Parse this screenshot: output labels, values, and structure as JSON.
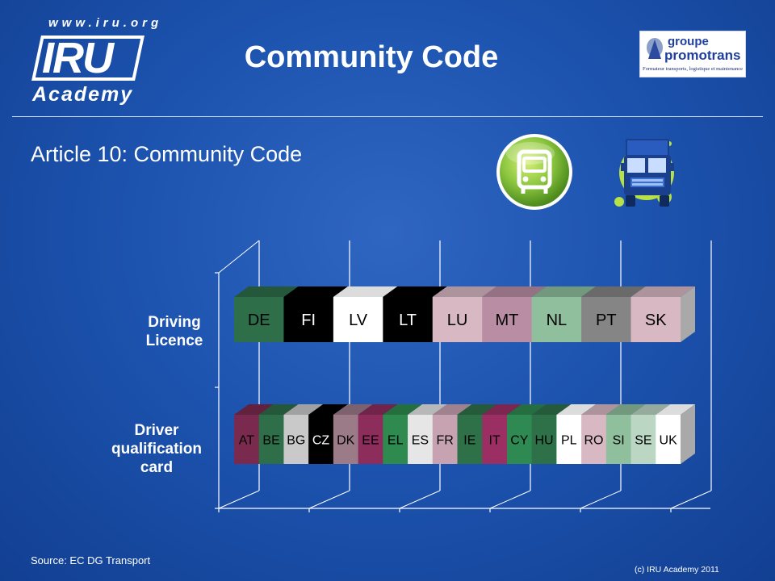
{
  "logo": {
    "url": "www.iru.org",
    "brand": "IRU",
    "sub": "Academy"
  },
  "title": "Community Code",
  "partner": {
    "line1": "groupe",
    "line2": "promotrans",
    "tagline": "Formateur transports, logistique et maintenance"
  },
  "subtitle": "Article 10: Community Code",
  "icons": {
    "bus": "bus-icon",
    "truck": "truck-icon"
  },
  "chart_data": {
    "type": "bar",
    "categories": [
      "Driving Licence",
      "Driver qualification card"
    ],
    "rows": [
      {
        "label_lines": [
          "Driving",
          "Licence"
        ],
        "segments": [
          {
            "code": "DE",
            "color": "#2e6e48"
          },
          {
            "code": "FI",
            "color": "#000000"
          },
          {
            "code": "LV",
            "color": "#ffffff"
          },
          {
            "code": "LT",
            "color": "#000000"
          },
          {
            "code": "LU",
            "color": "#d8b9c3"
          },
          {
            "code": "MT",
            "color": "#b98ea4"
          },
          {
            "code": "NL",
            "color": "#8fbf9c"
          },
          {
            "code": "PT",
            "color": "#858585"
          },
          {
            "code": "SK",
            "color": "#d8b9c3"
          }
        ]
      },
      {
        "label_lines": [
          "Driver",
          "qualification",
          "card"
        ],
        "segments": [
          {
            "code": "AT",
            "color": "#7a2a4e"
          },
          {
            "code": "BE",
            "color": "#2e6e48"
          },
          {
            "code": "BG",
            "color": "#c9c9c9"
          },
          {
            "code": "CZ",
            "color": "#000000"
          },
          {
            "code": "DK",
            "color": "#9c7b88"
          },
          {
            "code": "EE",
            "color": "#8c2d5c"
          },
          {
            "code": "EL",
            "color": "#2e8a4e"
          },
          {
            "code": "ES",
            "color": "#e6e6e6"
          },
          {
            "code": "FR",
            "color": "#c7a3b1"
          },
          {
            "code": "IE",
            "color": "#2e7048"
          },
          {
            "code": "IT",
            "color": "#9b2f64"
          },
          {
            "code": "CY",
            "color": "#2e8a52"
          },
          {
            "code": "HU",
            "color": "#2e7048"
          },
          {
            "code": "PL",
            "color": "#ffffff"
          },
          {
            "code": "RO",
            "color": "#d8b9c3"
          },
          {
            "code": "SI",
            "color": "#8fbf9c"
          },
          {
            "code": "SE",
            "color": "#bcd6c4"
          },
          {
            "code": "UK",
            "color": "#ffffff"
          }
        ]
      }
    ],
    "grid": true
  },
  "source": "Source: EC DG Transport",
  "copyright": "(c) IRU Academy 2011"
}
